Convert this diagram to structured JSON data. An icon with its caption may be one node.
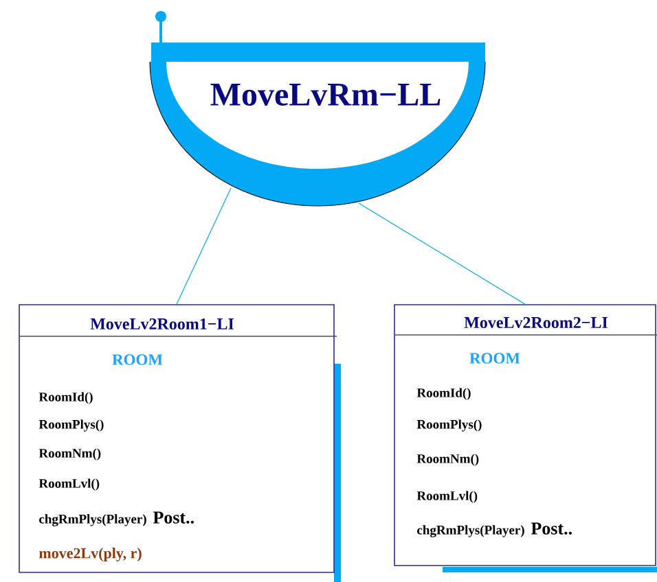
{
  "diagram": {
    "nodes": [
      {
        "text": [
          "MoveLvRm−LL"
        ]
      },
      {
        "text": [
          "MoveLv2Room1−LI",
          "ROOM",
          "RoomId()",
          "RoomPlys()",
          "RoomNm()",
          "RoomLvl()",
          "chgRmPlys(Player)",
          "Post..",
          "move2Lv(ply, r)"
        ]
      },
      {
        "text": [
          "MoveLv2Room2−LI",
          "ROOM",
          "RoomId()",
          "RoomPlys()",
          "RoomNm()",
          "RoomLvl()",
          "chgRmPlys(Player)",
          "Post.."
        ]
      }
    ],
    "edges": [
      {
        "from": 0,
        "to": 1,
        "arrow": "none"
      },
      {
        "from": 0,
        "to": 2,
        "arrow": "none"
      }
    ]
  }
}
